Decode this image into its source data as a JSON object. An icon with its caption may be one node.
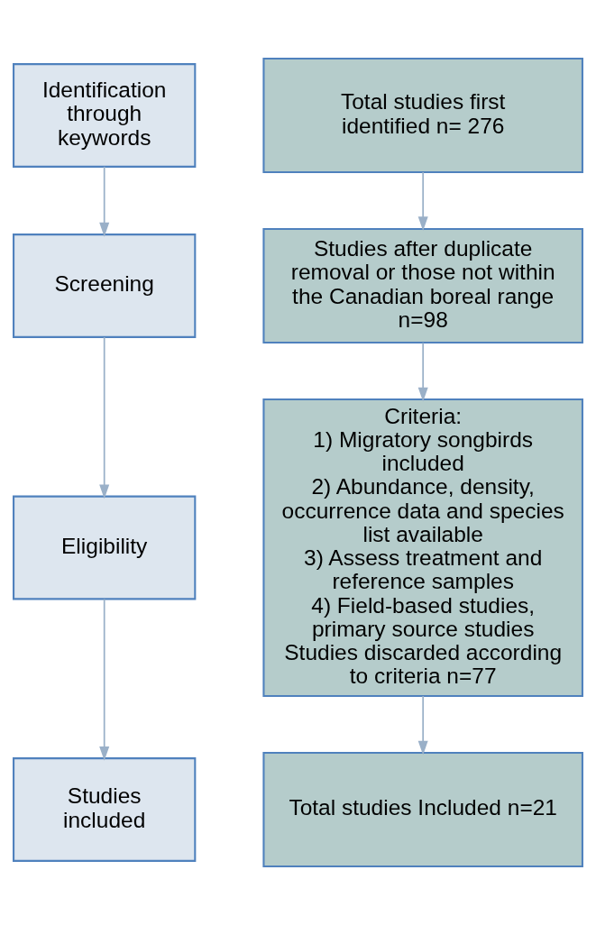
{
  "diagram": {
    "nodes": [
      {
        "text": [
          "Identification through keywords"
        ]
      },
      {
        "text": [
          "Total studies first identified n= 276"
        ]
      },
      {
        "text": [
          "Screening"
        ]
      },
      {
        "text": [
          "Studies after duplicate removal or those not within the Canadian boreal range",
          "n=98"
        ]
      },
      {
        "text": [
          "Eligibility"
        ]
      },
      {
        "text": [
          "Criteria:",
          "1) Migratory songbirds included",
          "2) Abundance, density, occurrence data and species list available",
          "3) Assess treatment and reference samples",
          "4) Field-based studies, primary source studies",
          "Studies discarded according to criteria n=77"
        ]
      },
      {
        "text": [
          "Studies included"
        ]
      },
      {
        "text": [
          "Total studies Included n=21"
        ]
      }
    ],
    "edges": [
      {
        "from": 0,
        "to": 2,
        "arrow": "to"
      },
      {
        "from": 2,
        "to": 4,
        "arrow": "to"
      },
      {
        "from": 4,
        "to": 6,
        "arrow": "to"
      },
      {
        "from": 1,
        "to": 3,
        "arrow": "to"
      },
      {
        "from": 3,
        "to": 5,
        "arrow": "to"
      },
      {
        "from": 5,
        "to": 7,
        "arrow": "to"
      }
    ]
  }
}
